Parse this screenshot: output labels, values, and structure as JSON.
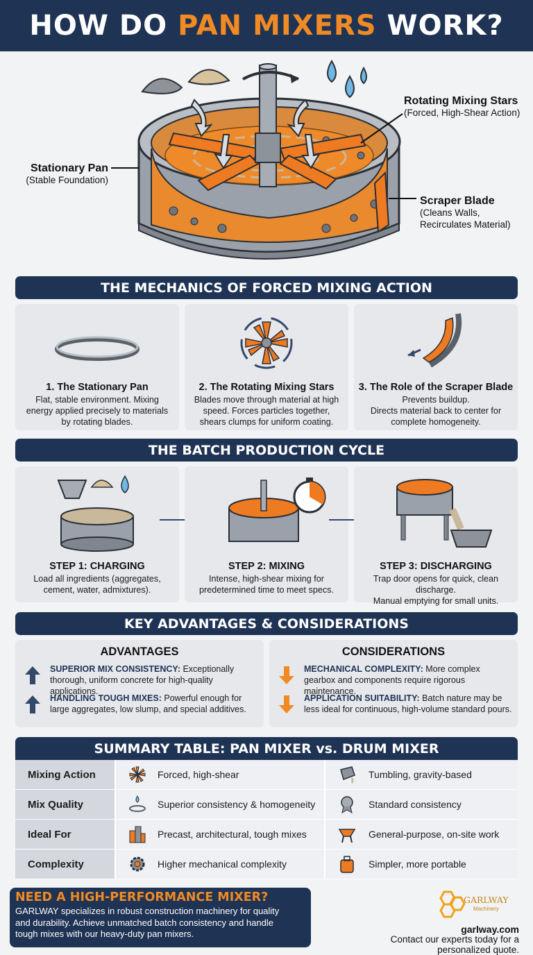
{
  "header": {
    "title_pre": "HOW DO ",
    "title_accent": "PAN MIXERS",
    "title_post": " WORK?"
  },
  "hero": {
    "callouts": {
      "stars": {
        "title": "Rotating Mixing Stars",
        "sub": "(Forced, High-Shear Action)"
      },
      "pan": {
        "title": "Stationary Pan",
        "sub": "(Stable Foundation)"
      },
      "scraper": {
        "title": "Scraper Blade",
        "sub1": "(Cleans Walls,",
        "sub2": "Recirculates Material)"
      }
    }
  },
  "mechanics": {
    "heading": "THE MECHANICS OF FORCED MIXING ACTION",
    "cards": [
      {
        "title": "1. The Stationary Pan",
        "lines": [
          "Flat, stable environment. Mixing",
          "energy applied precisely to materials",
          "by rotating blades."
        ]
      },
      {
        "title": "2. The Rotating Mixing Stars",
        "lines": [
          "Blades move through material at high",
          "speed. Forces particles together,",
          "shears clumps for uniform coating."
        ]
      },
      {
        "title": "3. The Role of the Scraper Blade",
        "lines": [
          "Prevents buildup.",
          "Directs material back to center for",
          "complete homogeneity."
        ]
      }
    ]
  },
  "cycle": {
    "heading": "THE BATCH PRODUCTION CYCLE",
    "steps": [
      {
        "title": "STEP 1: CHARGING",
        "lines": [
          "Load all ingredients (aggregates,",
          "cement, water, admixtures)."
        ]
      },
      {
        "title": "STEP 2: MIXING",
        "lines": [
          "Intense, high-shear mixing for",
          "predetermined time to meet specs."
        ]
      },
      {
        "title": "STEP 3: DISCHARGING",
        "lines": [
          "Trap door opens for quick, clean discharge.",
          "Manual emptying for small units."
        ]
      }
    ]
  },
  "advantages": {
    "heading": "KEY ADVANTAGES & CONSIDERATIONS",
    "adv_title": "ADVANTAGES",
    "con_title": "CONSIDERATIONS",
    "adv": [
      {
        "key": "SUPERIOR MIX CONSISTENCY:",
        "text": " Exceptionally thorough, uniform concrete for high-quality applications."
      },
      {
        "key": "HANDLING TOUGH MIXES:",
        "text": " Powerful enough for large aggregates, low slump, and special additives."
      }
    ],
    "con": [
      {
        "key": "MECHANICAL COMPLEXITY:",
        "text": " More complex gearbox and components require rigorous maintenance."
      },
      {
        "key": "APPLICATION SUITABILITY:",
        "text": " Batch nature may be less ideal for continuous, high-volume standard pours."
      }
    ],
    "colors": {
      "up": "#34486a",
      "down": "#f08a24"
    }
  },
  "summary": {
    "heading": "SUMMARY TABLE: PAN MIXER vs. DRUM MIXER",
    "rows": [
      {
        "label": "Mixing Action",
        "pan": "Forced, high-shear",
        "drum": "Tumbling, gravity-based",
        "pan_icon": "mixing-star-icon",
        "drum_icon": "drum-mixer-icon"
      },
      {
        "label": "Mix Quality",
        "pan": "Superior consistency & homogeneity",
        "drum": "Standard consistency",
        "pan_icon": "pan-drop-icon",
        "drum_icon": "award-badge-icon"
      },
      {
        "label": "Ideal For",
        "pan": "Precast, architectural, tough mixes",
        "drum": "General-purpose, on-site work",
        "pan_icon": "buildings-icon",
        "drum_icon": "hopper-icon"
      },
      {
        "label": "Complexity",
        "pan": "Higher mechanical complexity",
        "drum": "Simpler, more portable",
        "pan_icon": "gear-icon",
        "drum_icon": "case-icon"
      }
    ]
  },
  "footer": {
    "cta_title": "NEED A HIGH-PERFORMANCE MIXER?",
    "cta_lines": [
      "GARLWAY specializes in robust construction machinery for quality",
      "and durability. Achieve unmatched batch consistency and handle",
      "tough mixes with our heavy-duty pan mixers."
    ],
    "logo_name": "GARLWAY",
    "logo_sub": "Machinery",
    "website": "garlway.com",
    "contact_lines": [
      "Contact our experts today for a",
      "personalized quote."
    ]
  }
}
